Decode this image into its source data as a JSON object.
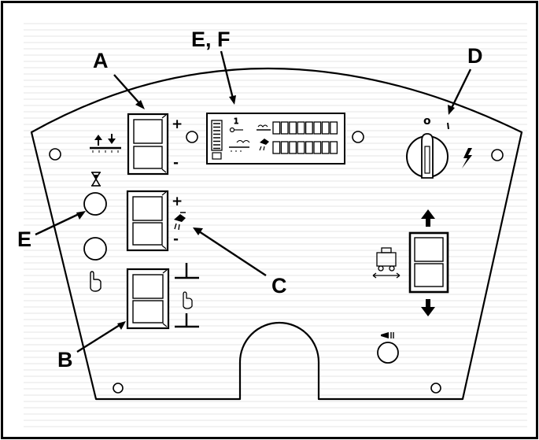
{
  "callouts": {
    "a": "A",
    "b": "B",
    "c": "C",
    "d": "D",
    "e_left": "E",
    "ef_top": "E, F"
  },
  "signs": {
    "plus": "+",
    "minus": "-",
    "off_mark": "o",
    "on_mark": "ı"
  },
  "icons": {
    "brush_pressure": "brush-pressure-icon",
    "hourglass": "hourglass-icon",
    "hand": "hand-icon",
    "water_flow": "water-flow-icon",
    "brush_up": "brush-up-icon",
    "brush_down": "brush-down-icon",
    "key_switch": "key-switch-icon",
    "lightning": "lightning-icon",
    "drive": "drive-icon",
    "forward_arrow": "forward-arrow-icon",
    "reverse_arrow": "reverse-arrow-icon",
    "horn": "horn-icon"
  },
  "colors": {
    "ink": "#000000",
    "panel": "#ffffff",
    "scanline": "#e6e6e6"
  }
}
